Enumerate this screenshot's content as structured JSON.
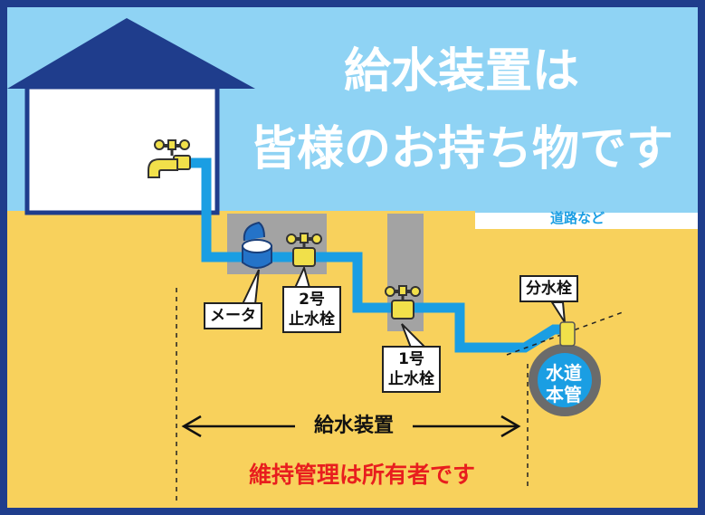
{
  "title": {
    "line1": "給水装置は",
    "line2": "皆様のお持ち物です"
  },
  "road_label": "道路など",
  "labels": {
    "meter": "メータ",
    "stopcock_2": {
      "line1": "2号",
      "line2": "止水栓"
    },
    "stopcock_1": {
      "line1": "1号",
      "line2": "止水栓"
    },
    "branch_valve": "分水栓",
    "main_pipe": {
      "line1": "水道",
      "line2": "本管"
    }
  },
  "range_label": "給水装置",
  "notice": "維持管理は所有者です",
  "colors": {
    "sky": "#8fd3f4",
    "ground": "#f8d15c",
    "frame": "#1f3d8c",
    "roof": "#1f3d8c",
    "pipe": "#1a9ee3",
    "valve": "#f1e04a",
    "meter": "#2473c8",
    "pit": "#a3a3a3",
    "main_pipe_ring": "#6b6b6b",
    "notice_text": "#e81e1e"
  },
  "icons": {
    "faucet": "faucet-icon",
    "valve": "valve-icon",
    "meter": "water-meter-icon"
  }
}
